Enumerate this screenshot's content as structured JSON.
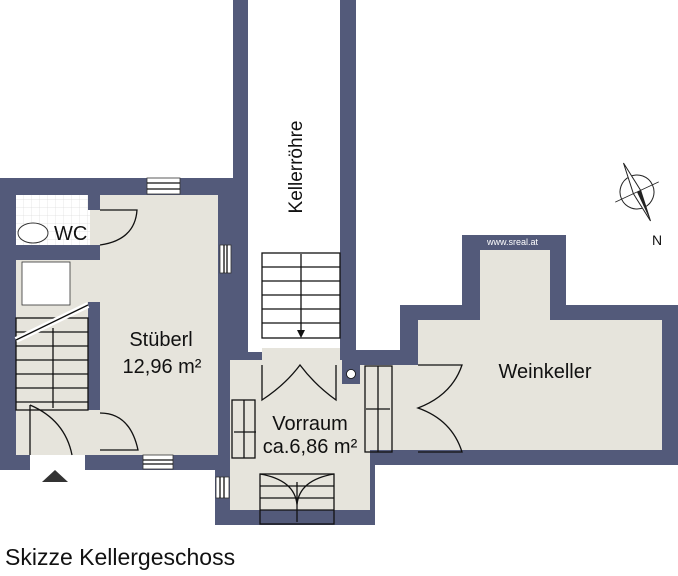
{
  "title": "Skizze Kellergeschoss",
  "watermark": "www.sreal.at",
  "compass": {
    "label": "N"
  },
  "rooms": {
    "wc": {
      "name": "WC"
    },
    "stueberl": {
      "name": "Stüberl",
      "area": "12,96 m²"
    },
    "kellerroehre": {
      "name": "Kellerröhre"
    },
    "vorraum": {
      "name": "Vorraum",
      "area": "ca.6,86 m²"
    },
    "weinkeller": {
      "name": "Weinkeller"
    }
  },
  "colors": {
    "wall": "#535a7a",
    "floor": "#e6e4dc"
  }
}
